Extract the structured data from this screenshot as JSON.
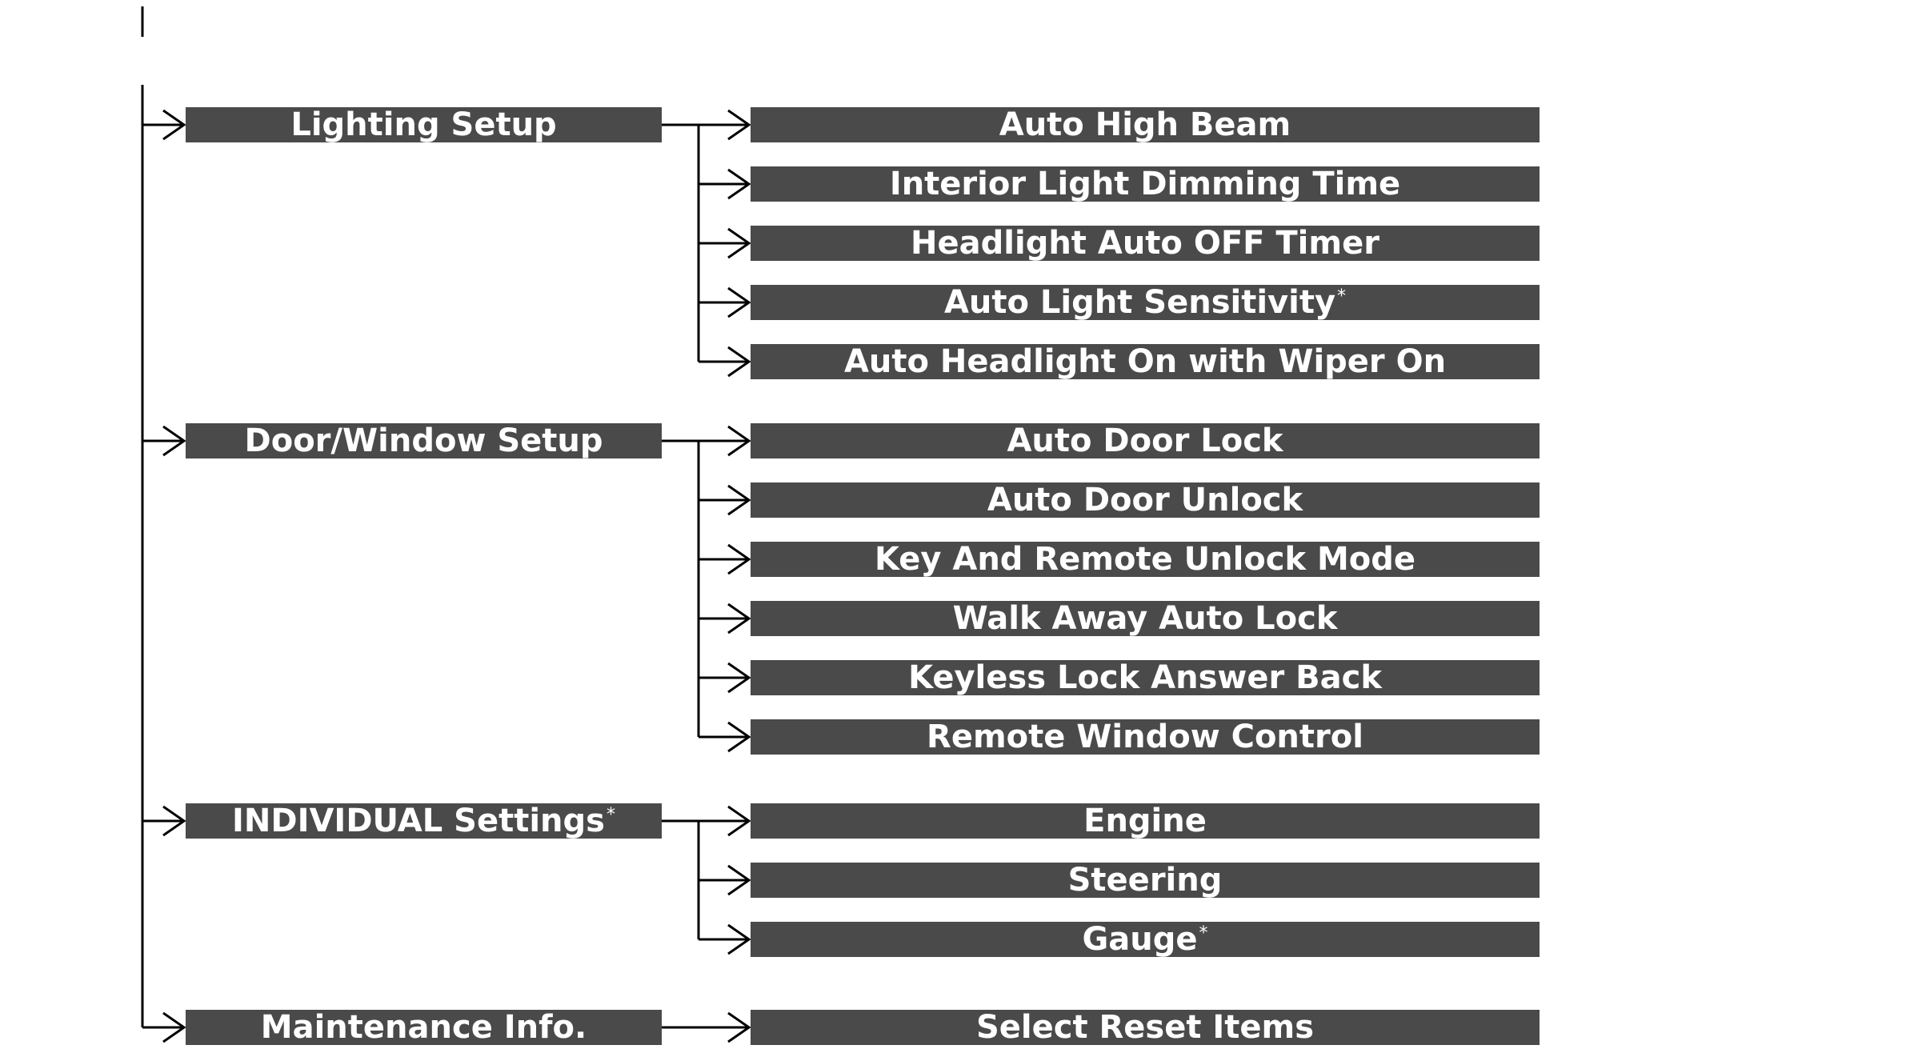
{
  "menu": {
    "categories": [
      {
        "label": "Lighting Setup",
        "note": "",
        "items": [
          {
            "label": "Auto High Beam",
            "note": ""
          },
          {
            "label": "Interior Light Dimming Time",
            "note": ""
          },
          {
            "label": "Headlight Auto OFF Timer",
            "note": ""
          },
          {
            "label": "Auto Light Sensitivity",
            "note": "*"
          },
          {
            "label": "Auto Headlight On with Wiper On",
            "note": ""
          }
        ]
      },
      {
        "label": "Door/Window Setup",
        "note": "",
        "items": [
          {
            "label": "Auto Door Lock",
            "note": ""
          },
          {
            "label": "Auto Door Unlock",
            "note": ""
          },
          {
            "label": "Key And Remote Unlock Mode",
            "note": ""
          },
          {
            "label": "Walk Away Auto Lock",
            "note": ""
          },
          {
            "label": "Keyless Lock Answer Back",
            "note": ""
          },
          {
            "label": "Remote Window Control",
            "note": ""
          }
        ]
      },
      {
        "label": "INDIVIDUAL Settings",
        "note": "*",
        "items": [
          {
            "label": "Engine",
            "note": ""
          },
          {
            "label": "Steering",
            "note": ""
          },
          {
            "label": "Gauge",
            "note": "*"
          }
        ]
      },
      {
        "label": "Maintenance Info.",
        "note": "",
        "items": [
          {
            "label": "Select Reset Items",
            "note": ""
          }
        ]
      }
    ]
  },
  "colors": {
    "box": "#4a4a4a",
    "text": "#ffffff",
    "line": "#000000"
  }
}
